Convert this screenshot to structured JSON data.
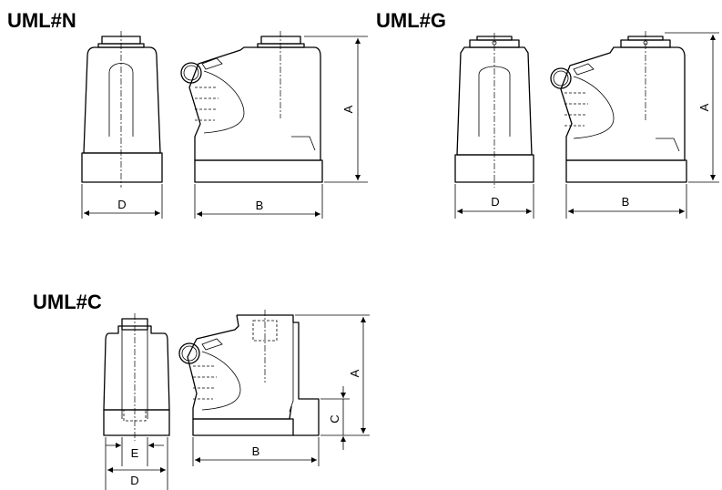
{
  "views": [
    {
      "model": "UML#N",
      "dims": {
        "D": "D",
        "B": "B",
        "A": "A"
      }
    },
    {
      "model": "UML#G",
      "dims": {
        "D": "D",
        "B": "B",
        "A": "A"
      }
    },
    {
      "model": "UML#C",
      "dims": {
        "E": "E",
        "D": "D",
        "B": "B",
        "A": "A",
        "C": "C"
      }
    }
  ]
}
